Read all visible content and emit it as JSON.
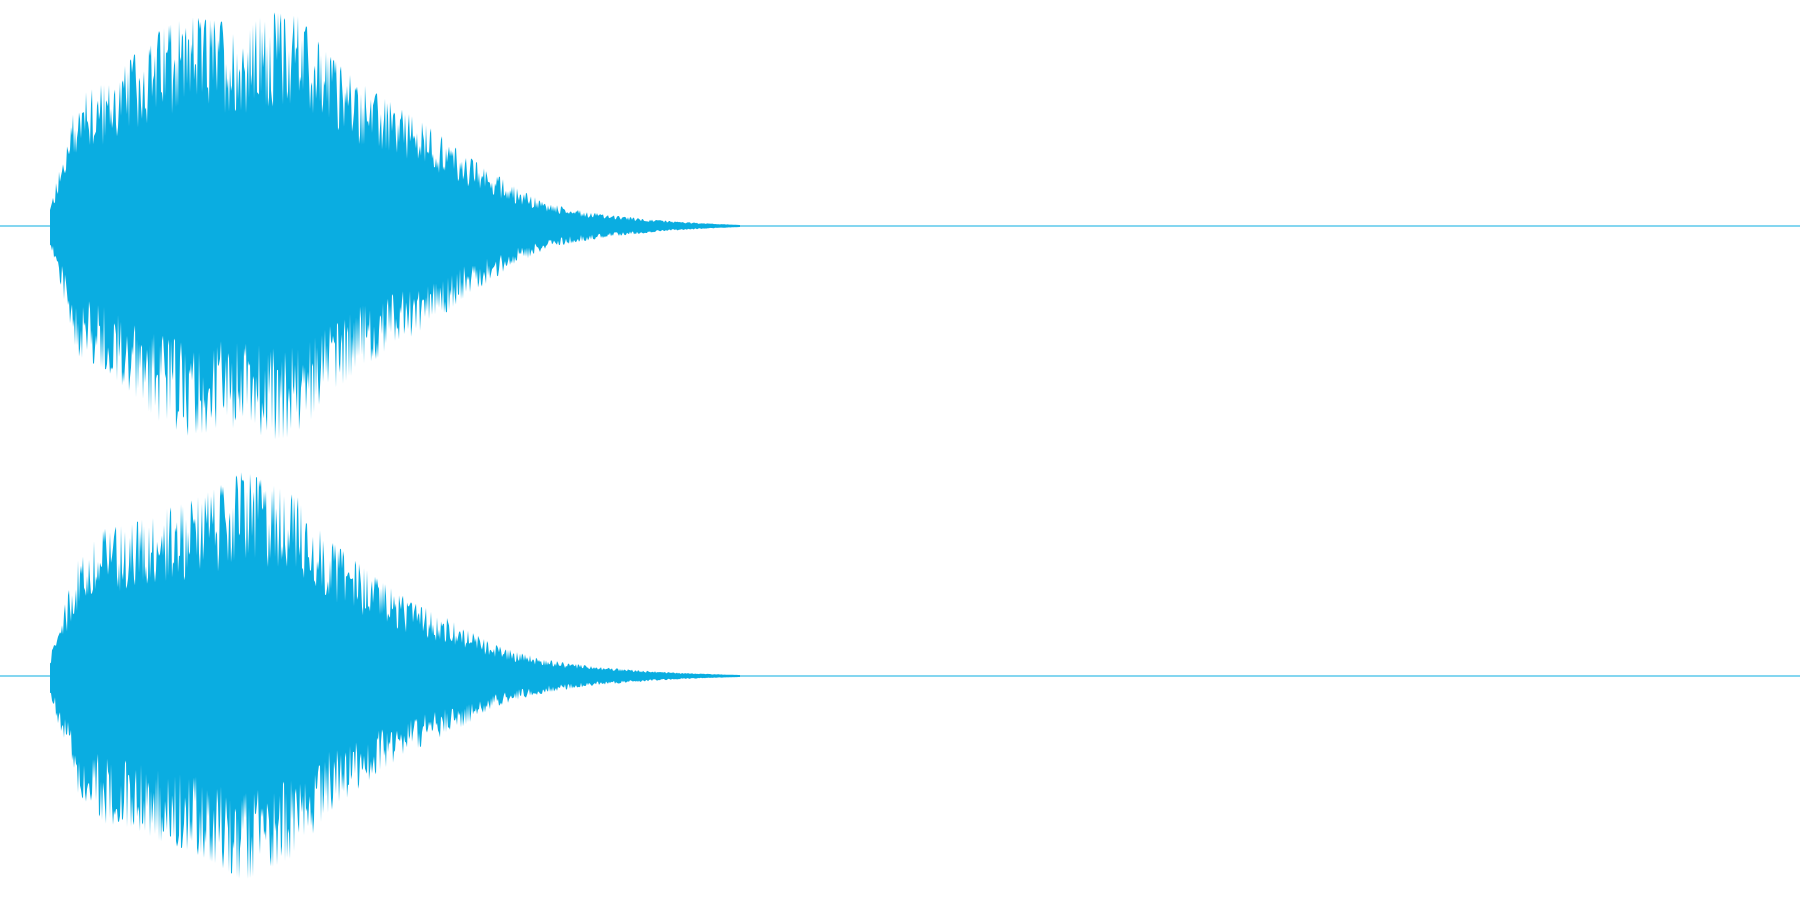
{
  "waveform": {
    "color": "#0aade1",
    "background": "#ffffff",
    "channels": [
      {
        "name": "",
        "envelope": [
          [
            0.0,
            0.08
          ],
          [
            0.04,
            0.58
          ],
          [
            0.08,
            0.64
          ],
          [
            0.12,
            0.76
          ],
          [
            0.16,
            0.88
          ],
          [
            0.2,
            0.94
          ],
          [
            0.24,
            0.92
          ],
          [
            0.28,
            0.9
          ],
          [
            0.32,
            0.96
          ],
          [
            0.36,
            0.94
          ],
          [
            0.4,
            0.78
          ],
          [
            0.44,
            0.66
          ],
          [
            0.48,
            0.58
          ],
          [
            0.52,
            0.5
          ],
          [
            0.56,
            0.42
          ],
          [
            0.6,
            0.32
          ],
          [
            0.64,
            0.24
          ],
          [
            0.68,
            0.16
          ],
          [
            0.72,
            0.1
          ],
          [
            0.76,
            0.07
          ],
          [
            0.8,
            0.05
          ],
          [
            0.84,
            0.035
          ],
          [
            0.88,
            0.022
          ],
          [
            0.92,
            0.013
          ],
          [
            0.96,
            0.006
          ],
          [
            1.0,
            0.0
          ]
        ]
      },
      {
        "name": "",
        "envelope": [
          [
            0.0,
            0.08
          ],
          [
            0.04,
            0.52
          ],
          [
            0.08,
            0.66
          ],
          [
            0.12,
            0.68
          ],
          [
            0.16,
            0.74
          ],
          [
            0.2,
            0.78
          ],
          [
            0.24,
            0.84
          ],
          [
            0.28,
            0.92
          ],
          [
            0.32,
            0.86
          ],
          [
            0.36,
            0.8
          ],
          [
            0.4,
            0.62
          ],
          [
            0.44,
            0.52
          ],
          [
            0.48,
            0.42
          ],
          [
            0.52,
            0.34
          ],
          [
            0.56,
            0.28
          ],
          [
            0.6,
            0.22
          ],
          [
            0.64,
            0.14
          ],
          [
            0.68,
            0.1
          ],
          [
            0.72,
            0.07
          ],
          [
            0.76,
            0.05
          ],
          [
            0.8,
            0.035
          ],
          [
            0.84,
            0.025
          ],
          [
            0.88,
            0.016
          ],
          [
            0.92,
            0.009
          ],
          [
            0.96,
            0.004
          ],
          [
            1.0,
            0.0
          ]
        ]
      }
    ]
  }
}
